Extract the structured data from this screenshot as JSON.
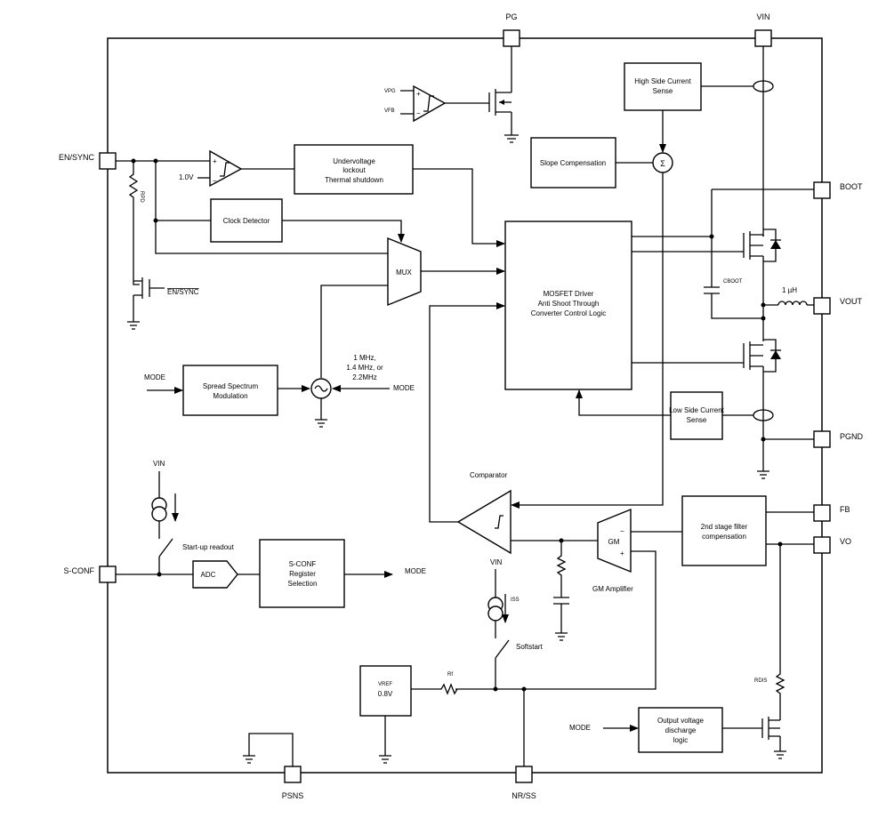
{
  "pins": {
    "pg": "PG",
    "vin": "VIN",
    "en_sync": "EN/SYNC",
    "boot": "BOOT",
    "vout": "VOUT",
    "pgnd": "PGND",
    "fb": "FB",
    "vo": "VO",
    "s_conf": "S-CONF",
    "psns": "PSNS",
    "nr_ss": "NR/SS"
  },
  "blocks": {
    "high_side_sense": [
      "High Side Current",
      "Sense"
    ],
    "slope_comp": "Slope Compensation",
    "uvlo": [
      "Undervoltage",
      "lockout",
      "Thermal shutdown"
    ],
    "clock_detector": "Clock Detector",
    "mux": "MUX",
    "mosfet_driver": [
      "MOSFET Driver",
      "Anti Shoot Through",
      "Converter Control Logic"
    ],
    "spread_spectrum": [
      "Spread Spectrum",
      "Modulation"
    ],
    "low_side_sense": [
      "Low Side Current",
      "Sense"
    ],
    "filter_comp": [
      "2nd stage filter",
      "compensation"
    ],
    "sconf_register": [
      "S-CONF",
      "Register",
      "Selection"
    ],
    "adc": "ADC",
    "vref": [
      "VREF",
      "0.8V"
    ],
    "discharge": [
      "Output voltage",
      "discharge",
      "logic"
    ],
    "gm": "GM"
  },
  "labels": {
    "vpg": "VPG",
    "vfb": "VFB",
    "v1_0": "1.0V",
    "rpd": "RPD",
    "en_sync_bar": "EN/SYNC",
    "cboot": "CBOOT",
    "inductor": "1 µH",
    "freq": [
      "1 MHz,",
      "1.4 MHz, or",
      "2.2MHz"
    ],
    "mode": "MODE",
    "comparator": "Comparator",
    "gm_amp": "GM Amplifier",
    "vin": "VIN",
    "iss": "ISS",
    "startup": "Start-up readout",
    "softstart": "Softstart",
    "rf": "Rf",
    "rdis": "RDIS",
    "sigma": "Σ",
    "plus": "+",
    "minus": "−"
  }
}
